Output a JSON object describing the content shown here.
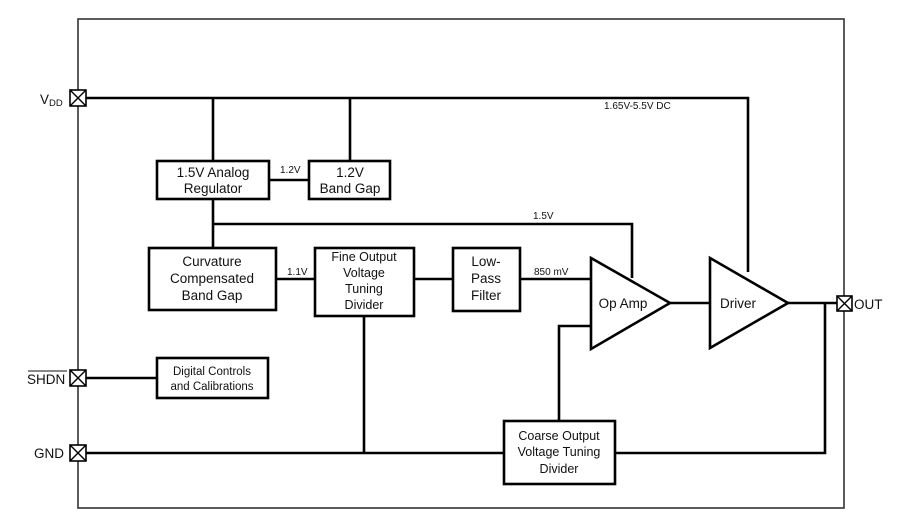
{
  "diagram": {
    "type": "block-diagram",
    "pins": {
      "vdd": {
        "main": "V",
        "sub": "DD"
      },
      "shdn": "SHDN",
      "gnd": "GND",
      "out": "OUT"
    },
    "blocks": {
      "analog_regulator": [
        "1.5V Analog",
        "Regulator"
      ],
      "band_gap_12": [
        "1.2V",
        "Band Gap"
      ],
      "curvature_band_gap": [
        "Curvature",
        "Compensated",
        "Band Gap"
      ],
      "fine_divider": [
        "Fine Output",
        "Voltage",
        "Tuning",
        "Divider"
      ],
      "low_pass_filter": [
        "Low-",
        "Pass",
        "Filter"
      ],
      "op_amp": "Op Amp",
      "driver": "Driver",
      "digital_controls": [
        "Digital Controls",
        "and Calibrations"
      ],
      "coarse_divider": [
        "Coarse Output",
        "Voltage Tuning",
        "Divider"
      ]
    },
    "signal_labels": {
      "supply_range": "1.65V-5.5V DC",
      "regulator_to_bandgap": "1.2V",
      "rail_15": "1.5V",
      "bandgap_to_fine": "1.1V",
      "filter_to_opamp": "850 mV"
    },
    "connections": [
      {
        "from": "VDD",
        "to": "1.5V Analog Regulator"
      },
      {
        "from": "VDD",
        "to": "1.2V Band Gap"
      },
      {
        "from": "VDD",
        "to": "Driver",
        "label": "1.65V-5.5V DC"
      },
      {
        "from": "1.5V Analog Regulator",
        "to": "1.2V Band Gap",
        "label": "1.2V"
      },
      {
        "from": "1.5V Analog Regulator",
        "to": "Curvature Compensated Band Gap"
      },
      {
        "from": "1.5V Analog Regulator",
        "to": "Op Amp",
        "label": "1.5V"
      },
      {
        "from": "Curvature Compensated Band Gap",
        "to": "Fine Output Voltage Tuning Divider",
        "label": "1.1V"
      },
      {
        "from": "Fine Output Voltage Tuning Divider",
        "to": "Low-Pass Filter"
      },
      {
        "from": "Low-Pass Filter",
        "to": "Op Amp",
        "label": "850 mV"
      },
      {
        "from": "Op Amp",
        "to": "Driver"
      },
      {
        "from": "Driver",
        "to": "OUT"
      },
      {
        "from": "OUT",
        "to": "Coarse Output Voltage Tuning Divider"
      },
      {
        "from": "Coarse Output Voltage Tuning Divider",
        "to": "Op Amp"
      },
      {
        "from": "SHDN",
        "to": "Digital Controls and Calibrations"
      },
      {
        "from": "GND",
        "to": "Coarse Output Voltage Tuning Divider"
      },
      {
        "from": "Fine Output Voltage Tuning Divider",
        "to": "GND"
      }
    ]
  }
}
